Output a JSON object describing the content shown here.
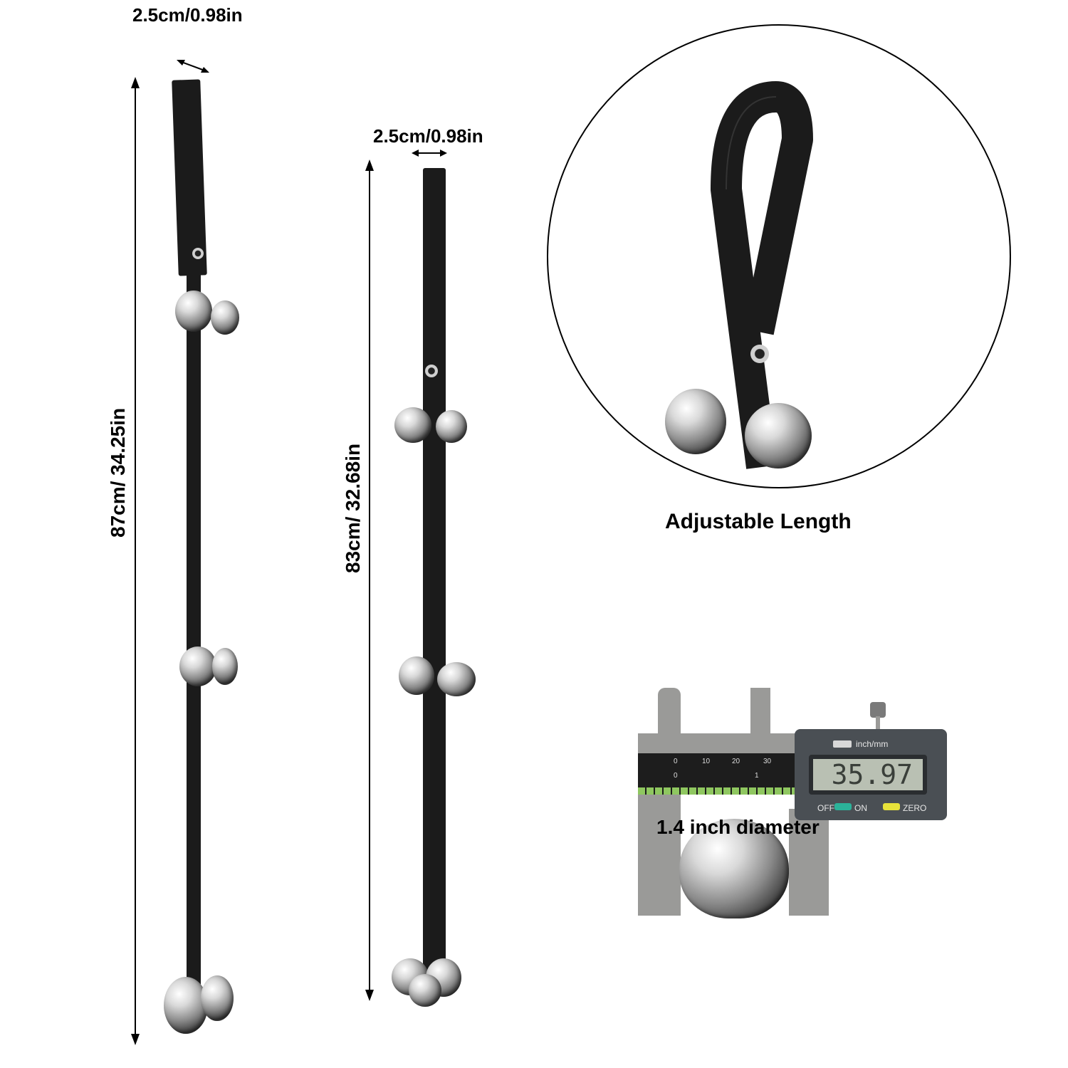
{
  "strap_long": {
    "width_label": "2.5cm/0.98in",
    "length_label": "87cm/ 34.25in",
    "bell_groups": 3
  },
  "strap_short": {
    "width_label": "2.5cm/0.98in",
    "length_label": "83cm/ 32.68in",
    "bell_groups": 3
  },
  "feature_adjustable": {
    "caption": "Adjustable Length"
  },
  "feature_diameter": {
    "caption": "1.4 inch diameter",
    "caliper": {
      "reading": "35.97",
      "unit_button": "inch/mm",
      "off_label": "OFF",
      "on_label": "ON",
      "zero_label": "ZERO",
      "scale_top": [
        "0",
        "10",
        "20",
        "30"
      ],
      "scale_bottom": [
        "0",
        "1"
      ]
    }
  },
  "colors": {
    "strap": "#1b1b1b",
    "background": "#ffffff",
    "on_button": "#2bb39a",
    "zero_button": "#e8e23a"
  }
}
